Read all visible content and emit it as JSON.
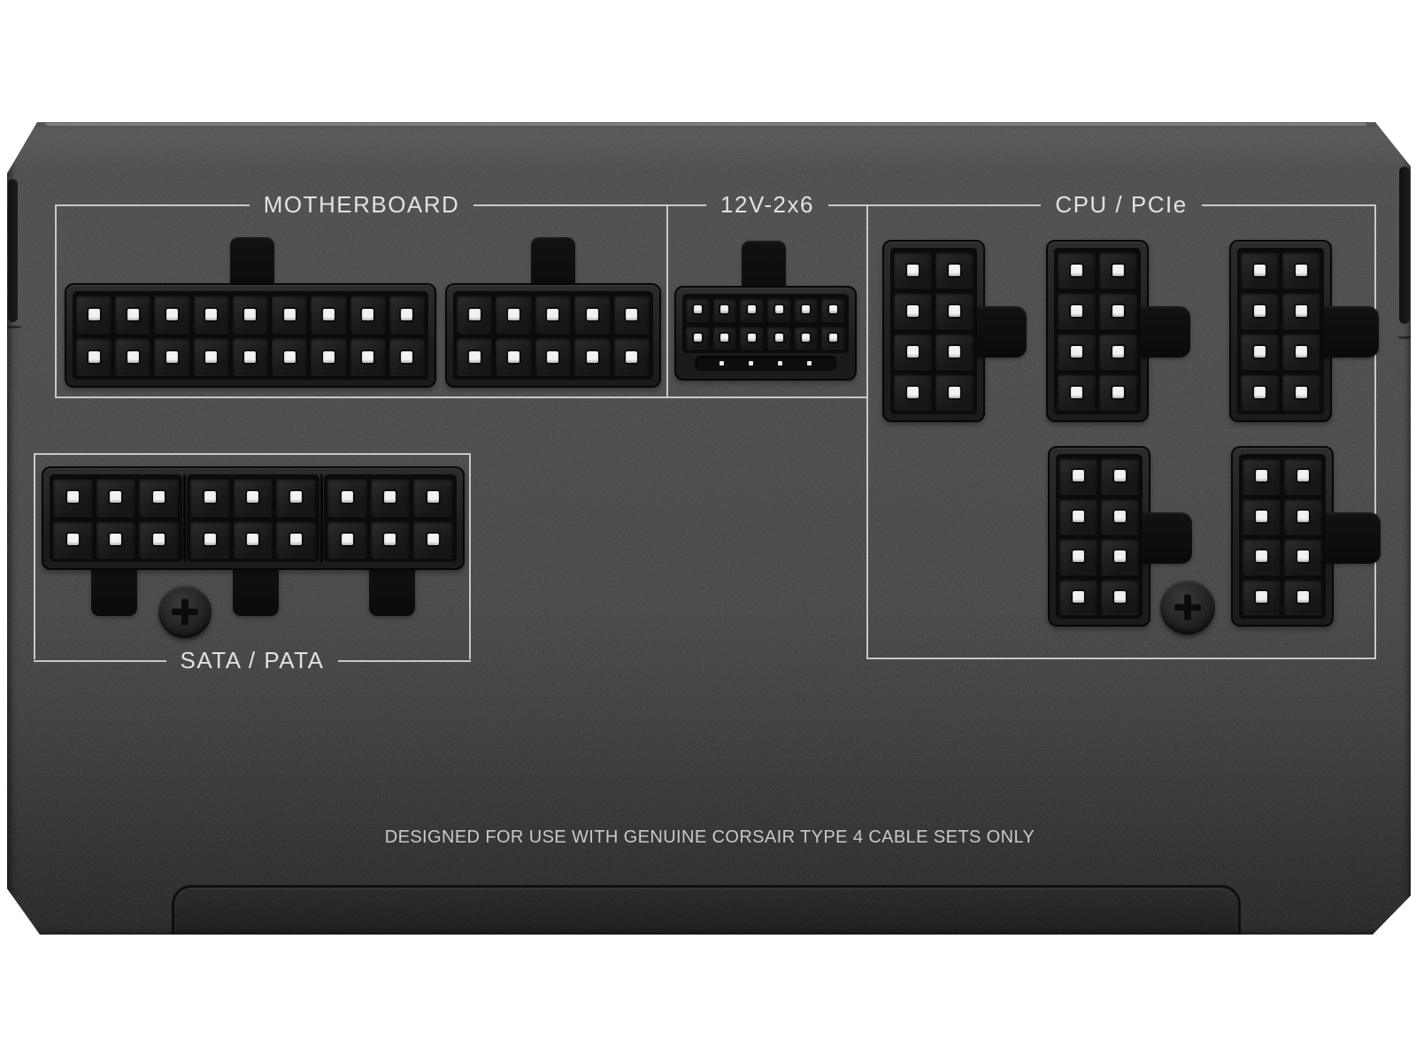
{
  "sections": {
    "motherboard": {
      "label": "MOTHERBOARD"
    },
    "hpwr": {
      "label": "12V-2x6"
    },
    "cpu_pcie": {
      "label": "CPU / PCIe"
    },
    "sata_pata": {
      "label": "SATA / PATA"
    }
  },
  "notice": "DESIGNED FOR USE WITH GENUINE CORSAIR TYPE 4 CABLE SETS ONLY",
  "connectors": {
    "atx_18pin": {
      "cols": 9,
      "rows": 2
    },
    "atx_10pin": {
      "cols": 5,
      "rows": 2
    },
    "hpwr_12pin": {
      "cols": 6,
      "rows": 2,
      "sense_pins": 4
    },
    "pcie_8pin": {
      "cols": 2,
      "rows": 4
    },
    "sata_6pin": {
      "cols": 3,
      "rows": 2
    }
  },
  "colors": {
    "background": "#ffffff",
    "panel": "#4a4a4d",
    "connector": "#1b1b1d",
    "outline": "#cfcfd1",
    "label_text": "#e2e2e4",
    "pin": "#f2f2f2"
  }
}
